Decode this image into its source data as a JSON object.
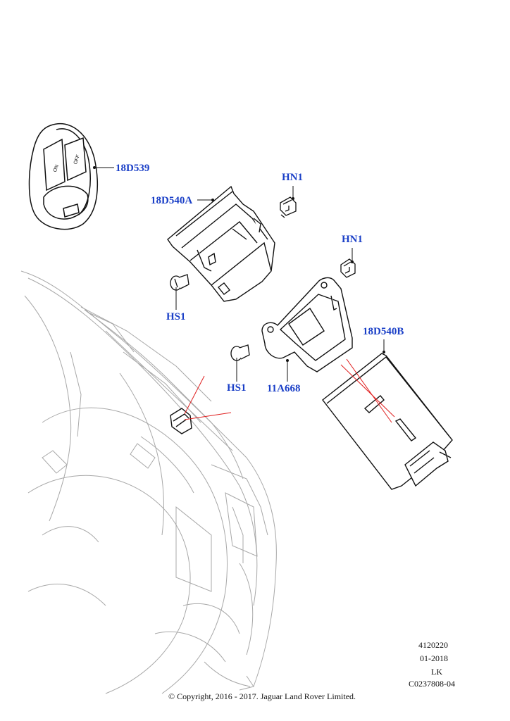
{
  "callouts": {
    "switch": "18D539",
    "module_a": "18D540A",
    "nut_upper": "HN1",
    "nut_right": "HN1",
    "screw_upper": "HS1",
    "screw_lower": "HS1",
    "bracket": "11A668",
    "module_b": "18D540B"
  },
  "info_block": {
    "illustration_no": "4120220",
    "date": "01-2018",
    "region": "LK",
    "reference": "C0237808-04"
  },
  "copyright": "© Copyright, 2016 - 2017. Jaguar Land Rover Limited.",
  "colors": {
    "callout": "#1a3fc7",
    "leader": "#111111",
    "highlight": "#e02020",
    "vehicle": "#9a9a9a"
  },
  "switch_labels": {
    "on": "ON",
    "off": "OFF"
  }
}
